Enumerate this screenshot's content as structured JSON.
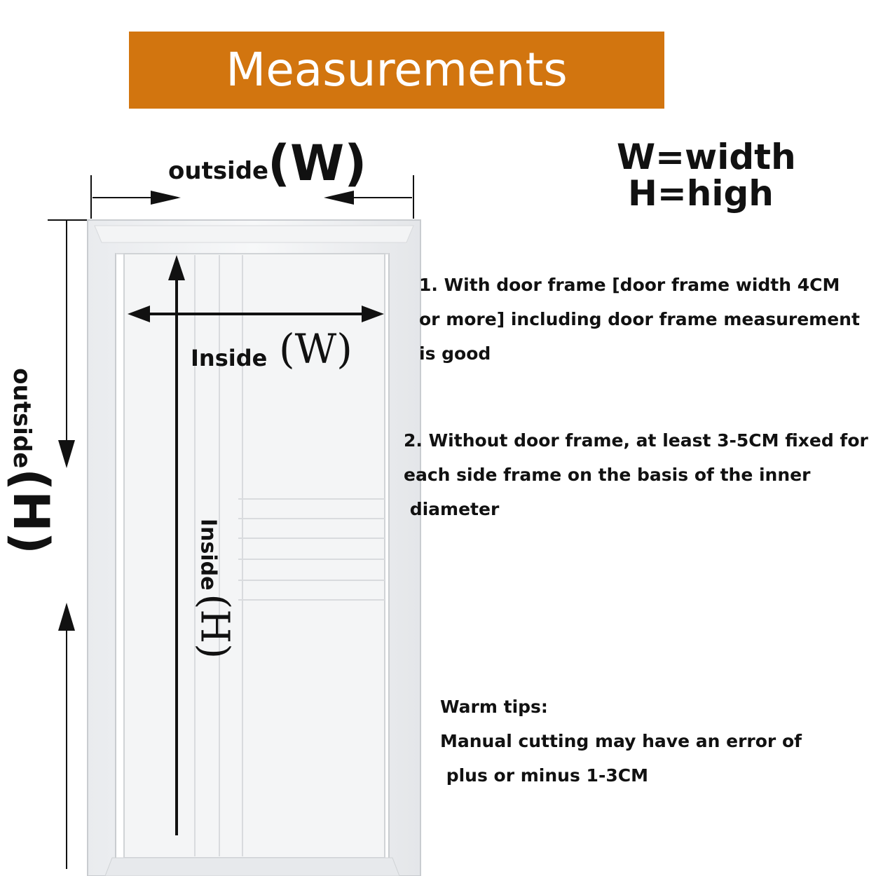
{
  "banner": {
    "title": "Measurements"
  },
  "legend": {
    "line1": "W=width",
    "line2": "H=high"
  },
  "dims": {
    "outside_w_word": "outside",
    "outside_w_paren": "(W)",
    "inside_w_word": "Inside",
    "inside_w_paren": "(W)",
    "outside_h_word": "outside",
    "outside_h_paren": "(H)",
    "inside_h_word": "Inside",
    "inside_h_paren": "(H)"
  },
  "notes": {
    "note1": [
      "1. With door frame [door frame width 4CM",
      "or more] including door frame measurement",
      "is good"
    ],
    "note2": [
      "2. Without door frame, at least 3-5CM fixed for",
      "each side frame on the basis of the inner",
      " diameter"
    ]
  },
  "tips": {
    "title": "Warm tips:",
    "lines": [
      "Manual cutting may have an error of",
      " plus or minus 1-3CM"
    ]
  },
  "colors": {
    "banner": "#d2750f",
    "banner_text": "#ffffff",
    "text": "#111111"
  }
}
